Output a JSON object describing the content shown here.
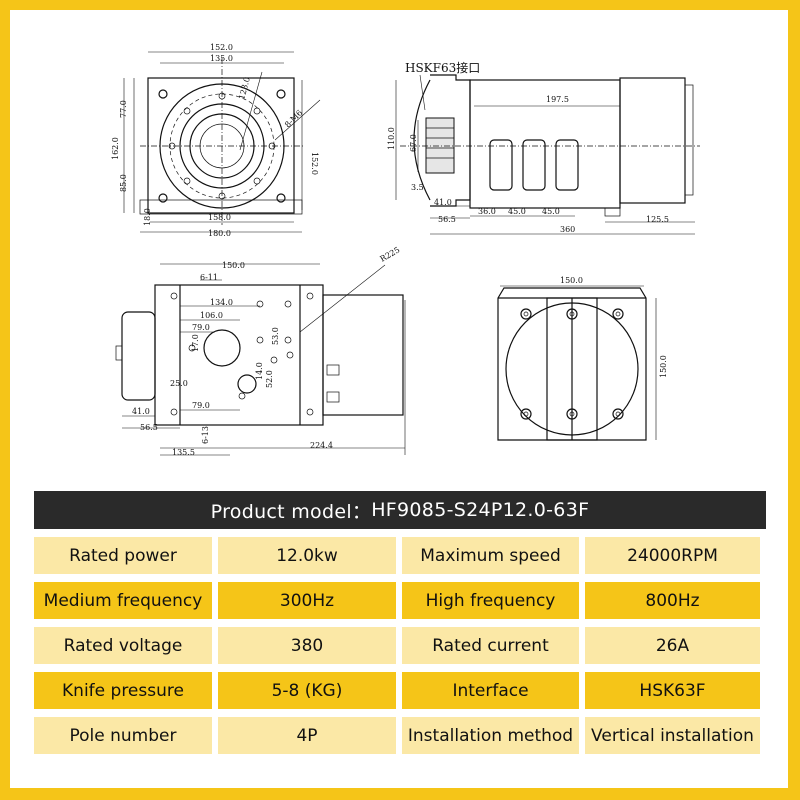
{
  "drawing": {
    "top_left_dims": [
      "152.0",
      "135.0",
      "77.0",
      "162.0",
      "85.0",
      "18.0",
      "158.0",
      "180.0",
      "152.0",
      "123.0",
      "8-M6"
    ],
    "top_right_label": "HSKF63接口",
    "top_right_dims": [
      "197.5",
      "110.0",
      "67.0",
      "3.5",
      "41.0",
      "56.5",
      "36.0",
      "45.0",
      "45.0",
      "360",
      "125.5"
    ],
    "bottom_left_dims": [
      "150.0",
      "6-11",
      "134.0",
      "106.0",
      "79.0",
      "17.0",
      "25.0",
      "79.0",
      "41.0",
      "56.5",
      "135.5",
      "6-13",
      "224.4",
      "R225",
      "14.0",
      "52.0",
      "53.0"
    ],
    "bottom_right_dims": [
      "150.0",
      "150.0"
    ]
  },
  "model": {
    "label": "Product model：",
    "value": "HF9085-S24P12.0-63F"
  },
  "specs": [
    {
      "style": "light",
      "cells": [
        "Rated power",
        "12.0kw",
        "Maximum speed",
        "24000RPM"
      ]
    },
    {
      "style": "dark",
      "cells": [
        "Medium frequency",
        "300Hz",
        "High frequency",
        "800Hz"
      ]
    },
    {
      "style": "light",
      "cells": [
        "Rated voltage",
        "380",
        "Rated current",
        "26A"
      ]
    },
    {
      "style": "dark",
      "cells": [
        "Knife pressure",
        "5-8 (KG)",
        "Interface",
        "HSK63F"
      ]
    },
    {
      "style": "light",
      "cells": [
        "Pole number",
        "4P",
        "Installation method",
        "Vertical installation"
      ]
    }
  ]
}
